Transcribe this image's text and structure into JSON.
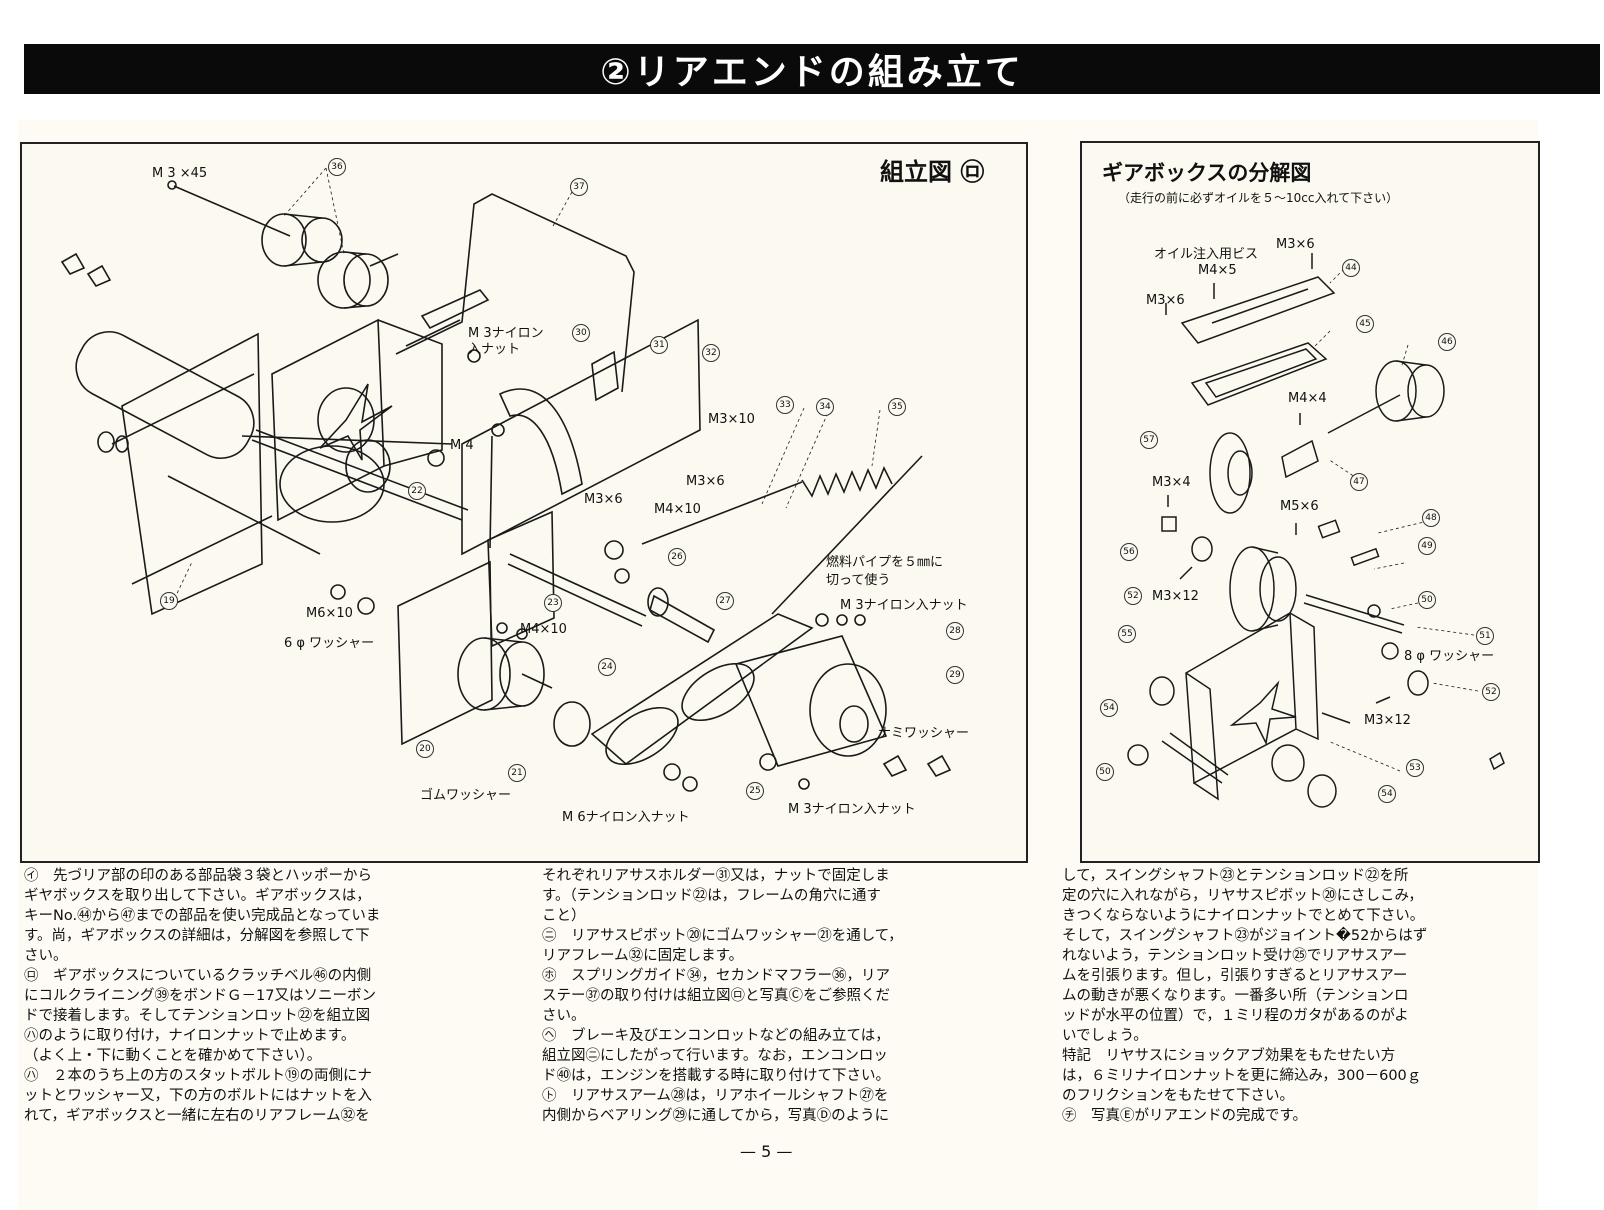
{
  "header": {
    "title": "②リアエンドの組み立て"
  },
  "assembly": {
    "title": "組立図 ㋺",
    "labels": {
      "m3x45": "M 3 ×45",
      "m3_nylon_nut": "M 3ナイロン\n入ナット",
      "m3x10": "M3×10",
      "m4": "M 4",
      "m3x6_a": "M3×6",
      "m3x6_b": "M3×6",
      "m4x10_a": "M4×10",
      "fuel_pipe": "燃料パイプを５㎜に\n切って使う",
      "m3_nylon_nut_2": "M 3ナイロン入ナット",
      "m6x10": "M6×10",
      "washer6": "6 φ ワッシャー",
      "m4x10_b": "M4×10",
      "nami_washer": "ナミワッシャー",
      "rubber_washer": "ゴムワッシャー",
      "m6_nylon_nut": "M 6ナイロン入ナット",
      "m3_nylon_nut_3": "M 3ナイロン入ナット"
    },
    "numbers": {
      "n36": "36",
      "n37": "37",
      "n30": "30",
      "n31": "31",
      "n32": "32",
      "n33": "33",
      "n34": "34",
      "n35": "35",
      "n22": "22",
      "n19": "19",
      "n26": "26",
      "n27": "27",
      "n23": "23",
      "n24": "24",
      "n28": "28",
      "n29": "29",
      "n20": "20",
      "n21": "21",
      "n25": "25"
    }
  },
  "gearbox": {
    "title": "ギアボックスの分解図",
    "subtitle": "（走行の前に必ずオイルを５～10cc入れて下さい）",
    "labels": {
      "oil_screw": "オイル注入用ビス",
      "m3x6_a": "M3×6",
      "m4x5": "M4×5",
      "m3x6_b": "M3×6",
      "m4x4": "M4×4",
      "m3x4": "M3×4",
      "m5x6": "M5×6",
      "m3x12_a": "M3×12",
      "washer8": "8 φ ワッシャー",
      "m3x12_b": "M3×12"
    },
    "numbers": {
      "n44": "44",
      "n45": "45",
      "n46": "46",
      "n57": "57",
      "n47": "47",
      "n48": "48",
      "n49": "49",
      "n56": "56",
      "n52a": "52",
      "n55": "55",
      "n50": "50",
      "n51": "51",
      "n52b": "52",
      "n54a": "54",
      "n53": "53",
      "n50b": "50",
      "n54b": "54"
    }
  },
  "text": {
    "col1": [
      "㋑　先づリア部の印のある部品袋３袋とハッポーから",
      "ギヤボックスを取り出して下さい。ギアボックスは，",
      "キーNo.㊹から㊼までの部品を使い完成品となっていま",
      "す。尚，ギアボックスの詳細は，分解図を参照して下",
      "さい。",
      "㋺　ギアボックスについているクラッチベル㊻の内側",
      "にコルクライニング㊴をボンドＧ－17又はソニーボン",
      "ドで接着します。そしてテンションロット㉒を組立図",
      "㋩のように取り付け，ナイロンナットで止めます。",
      "（よく上・下に動くことを確かめて下さい）。",
      "㋩　２本のうち上の方のスタットボルト⑲の両側にナ",
      "ットとワッシャー又，下の方のボルトにはナットを入",
      "れて，ギアボックスと一緒に左右のリアフレーム㉜を"
    ],
    "col2": [
      "それぞれリアサスホルダー㉛又は，ナットで固定しま",
      "す。（テンションロッド㉒は，フレームの角穴に通す",
      "こと）",
      "㋥　リアサスピボット⑳にゴムワッシャー㉑を通して，",
      "リアフレーム㉜に固定します。",
      "㋭　スプリングガイド㉞，セカンドマフラー㊱，リア",
      "ステー㊲の取り付けは組立図㋺と写真Ⓒをご参照くだ",
      "さい。",
      "㋬　ブレーキ及びエンコンロットなどの組み立ては，",
      "組立図㋥にしたがって行います。なお，エンコンロッ",
      "ド㊵は，エンジンを搭載する時に取り付けて下さい。",
      "㋣　リアサスアーム㉘は，リアホイールシャフト㉗を",
      "内側からベアリング㉙に通してから，写真Ⓓのように"
    ],
    "col3": [
      "して，スイングシャフト㉓とテンションロッド㉒を所",
      "定の穴に入れながら，リヤサスピボット⑳にさしこみ，",
      "きつくならないようにナイロンナットでとめて下さい。",
      "そして，スイングシャフト㉓がジョイント�52からはず",
      "れないよう，テンションロット受け㉕でリアサスアー",
      "ムを引張ります。但し，引張りすぎるとリアサスアー",
      "ムの動きが悪くなります。一番多い所（テンションロ",
      "ッドが水平の位置）で，１ミリ程のガタがあるのがよ",
      "いでしょう。",
      "特記　リヤサスにショックアブ効果をもたせたい方",
      "は，６ミリナイロンナットを更に締込み，300－600ｇ",
      "のフリクションをもたせて下さい。",
      "㋠　写真Ⓔがリアエンドの完成です。"
    ]
  },
  "footer": {
    "page": "— 5 —"
  }
}
